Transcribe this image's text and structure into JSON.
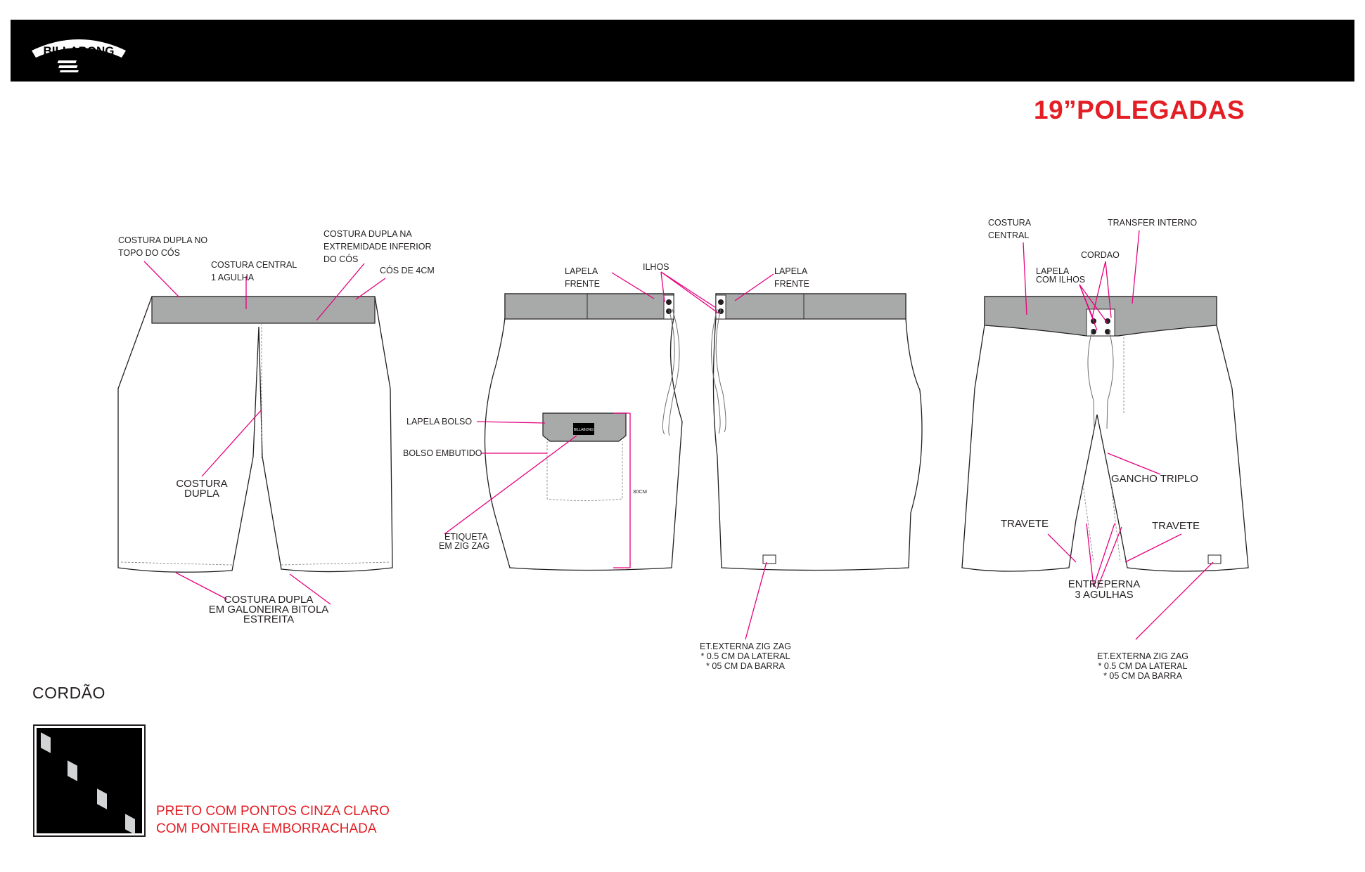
{
  "header": {
    "brand": "BILLABONG",
    "size_title": "19”POLEGADAS"
  },
  "colors": {
    "header_bar": "#000000",
    "accent_red": "#e31e24",
    "leader_magenta": "#e6007e",
    "waistband_gray": "#a7aaa9"
  },
  "back_view": {
    "labels": {
      "top_stitch_1": "COSTURA DUPLA NO",
      "top_stitch_2": "TOPO DO CÓS",
      "center_seam_1": "COSTURA CENTRAL",
      "center_seam_2": "1 AGULHA",
      "lower_stitch_1": "COSTURA DUPLA NA",
      "lower_stitch_2": "EXTREMIDADE INFERIOR",
      "lower_stitch_3": "DO CÓS",
      "waistband_width": "CÓS DE 4CM",
      "double_stitch_1": "COSTURA",
      "double_stitch_2": "DUPLA",
      "hem_1": "COSTURA DUPLA",
      "hem_2": "EM GALONEIRA BITOLA",
      "hem_3": "ESTREITA"
    }
  },
  "side_views": {
    "labels": {
      "left_flap_1": "LAPELA",
      "left_flap_2": "FRENTE",
      "eyelets": "ILHOS",
      "right_flap_1": "LAPELA",
      "right_flap_2": "FRENTE",
      "pocket_flap": "LAPELA BOLSO",
      "inset_pocket": "BOLSO EMBUTIDO",
      "label_1": "ETIQUETA",
      "label_2": "EM ZIG ZAG",
      "pocket_depth": "30CM",
      "ext_1": "ET.EXTERNA ZIG ZAG",
      "ext_2": "* 0.5 CM DA LATERAL",
      "ext_3": "* 05 CM DA BARRA"
    }
  },
  "front_view": {
    "labels": {
      "center_1": "COSTURA",
      "center_2": "CENTRAL",
      "transfer": "TRANSFER INTERNO",
      "cord": "CORDAO",
      "flap_1": "LAPELA",
      "flap_2": "COM ILHOS",
      "hook": "GANCHO TRIPLO",
      "bartack_left": "TRAVETE",
      "bartack_right": "TRAVETE",
      "inseam_1": "ENTREPERNA",
      "inseam_2": "3 AGULHAS",
      "ext_1": "ET.EXTERNA ZIG ZAG",
      "ext_2": "* 0.5 CM DA LATERAL",
      "ext_3": "* 05 CM DA BARRA"
    }
  },
  "cord_section": {
    "title": "CORDÃO",
    "desc_1": "PRETO COM PONTOS CINZA CLARO",
    "desc_2": "COM PONTEIRA EMBORRACHADA"
  }
}
